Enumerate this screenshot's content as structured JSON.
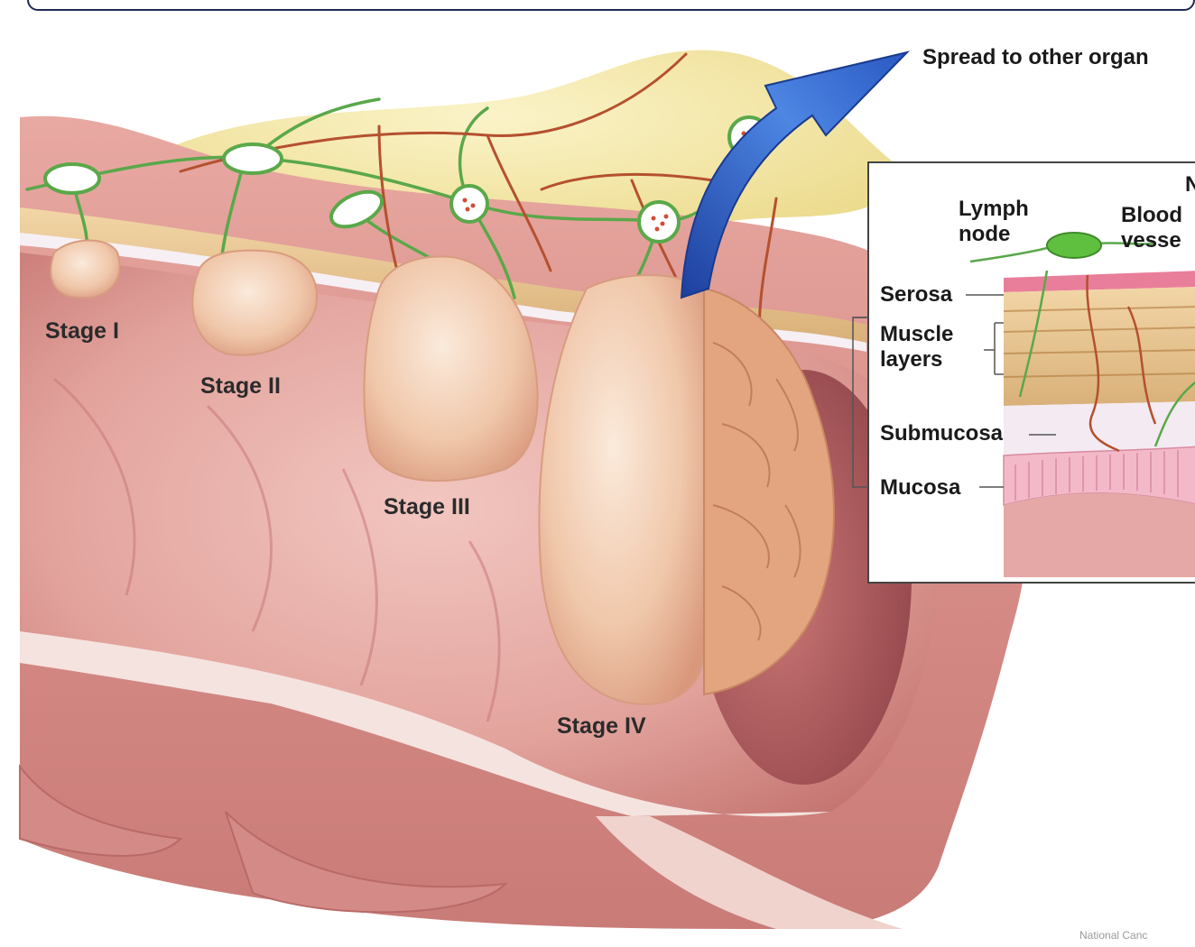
{
  "stages": {
    "stage_1": "Stage I",
    "stage_2": "Stage II",
    "stage_3": "Stage III",
    "stage_4": "Stage IV"
  },
  "spread_label": "Spread to other organ",
  "inset": {
    "corner_letter": "N",
    "lymph_node": "Lymph\nnode",
    "blood_vessel": "Blood\nvesse",
    "serosa": "Serosa",
    "muscle_layers": "Muscle\nlayers",
    "submucosa": "Submucosa",
    "mucosa": "Mucosa"
  },
  "credit": "National Canc",
  "colors": {
    "tissue": "#d9948f",
    "tissue_dark": "#b8605e",
    "fat": "#f4e7a6",
    "lymph": "#5aa84a",
    "vessel": "#b5502f",
    "tumor": "#f3cdb2",
    "arrow": "#2f63c9"
  }
}
